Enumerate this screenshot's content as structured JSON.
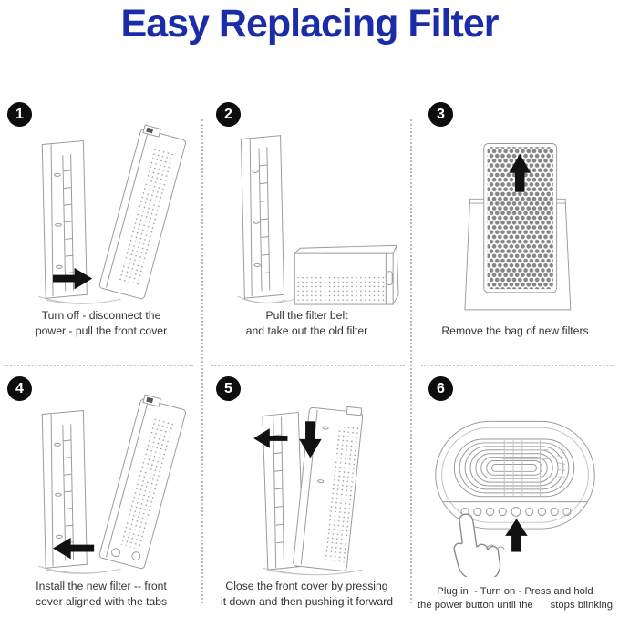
{
  "title": "Easy Replacing Filter",
  "accent_color": "#1B2CA8",
  "badge_color": "#0d0d0d",
  "steps": [
    {
      "number": "1",
      "caption": "Turn off - disconnect the\npower - pull the front cover"
    },
    {
      "number": "2",
      "caption": "Pull the filter belt\nand take out the old filter"
    },
    {
      "number": "3",
      "caption": "Remove the bag of new filters"
    },
    {
      "number": "4",
      "caption": "Install the new filter -- front\ncover aligned with the tabs"
    },
    {
      "number": "5",
      "caption": "Close the front cover by pressing\nit down and then pushing it forward"
    },
    {
      "number": "6",
      "caption": "Plug in  - Turn on - Press and hold\nthe power button until the      stops blinking"
    }
  ]
}
